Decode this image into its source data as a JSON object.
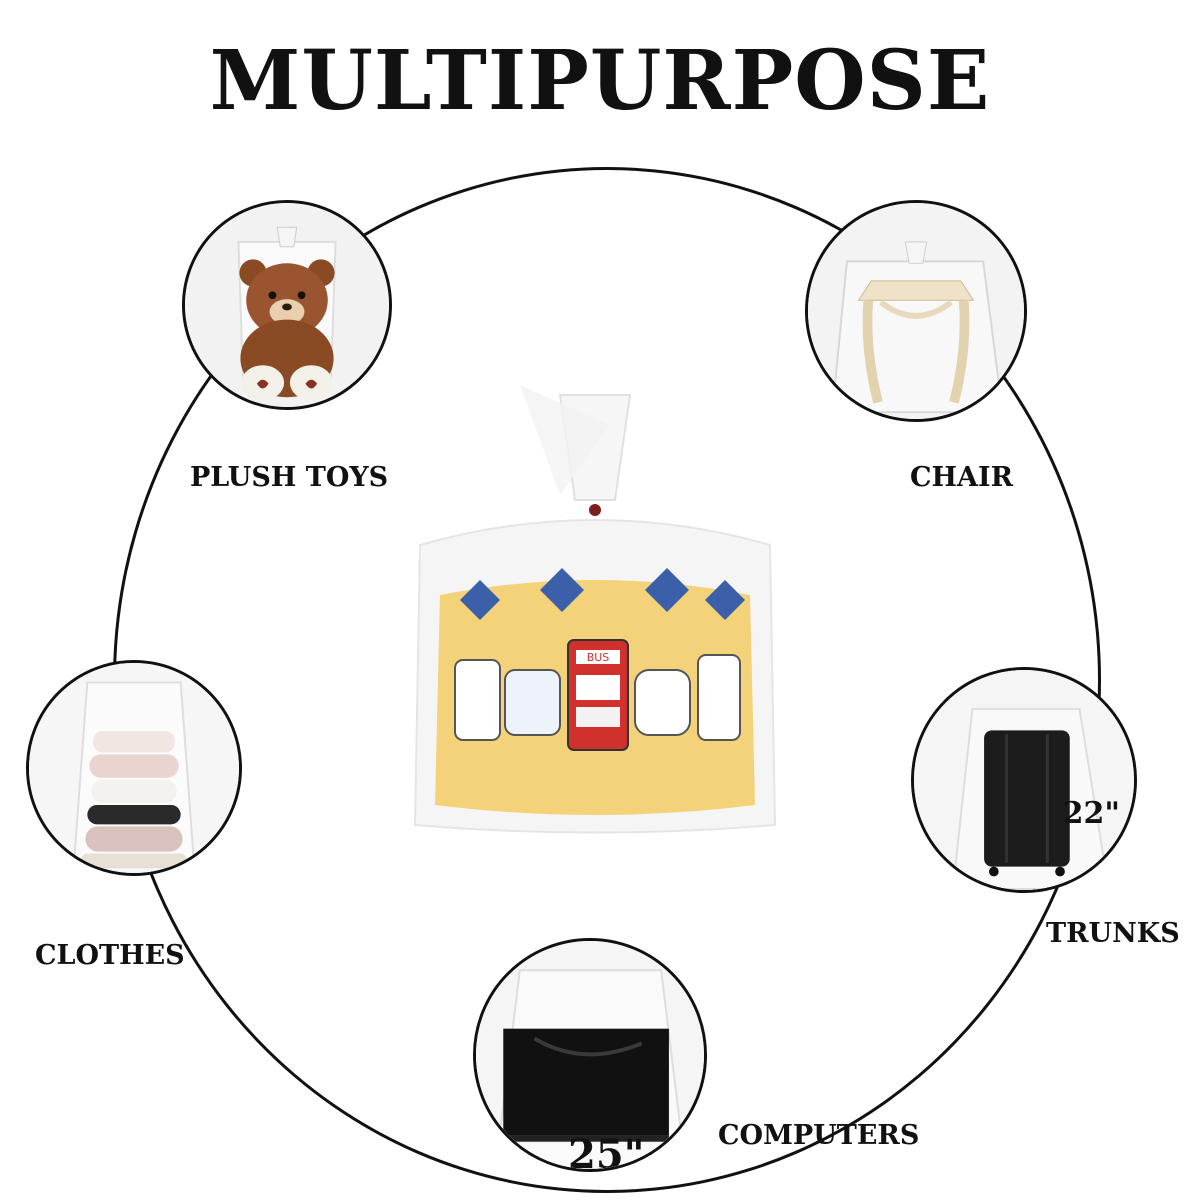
{
  "title": "MULTIPURPOSE",
  "labels": {
    "plush_toys": "PLUSH TOYS",
    "chair": "CHAIR",
    "clothes": "CLOTHES",
    "trunks": "TRUNKS",
    "computers": "COMPUTERS"
  },
  "dimensions": {
    "trunks": "22\"",
    "computers": "25\""
  },
  "bus_sign": "BUS",
  "colors": {
    "ring": "#111111",
    "bag_fabric": "#f3d27a",
    "bus_red": "#d0312d",
    "bear_brown": "#8a4a24",
    "suitcase": "#1c1c1c"
  }
}
